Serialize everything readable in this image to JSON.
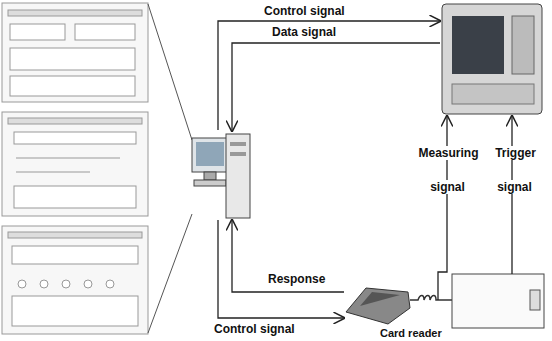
{
  "diagram": {
    "labels": [
      "Control signal",
      "Data signal",
      "Measuring signal",
      "Trigger signal",
      "Response",
      "Control signal",
      "Card reader"
    ]
  }
}
